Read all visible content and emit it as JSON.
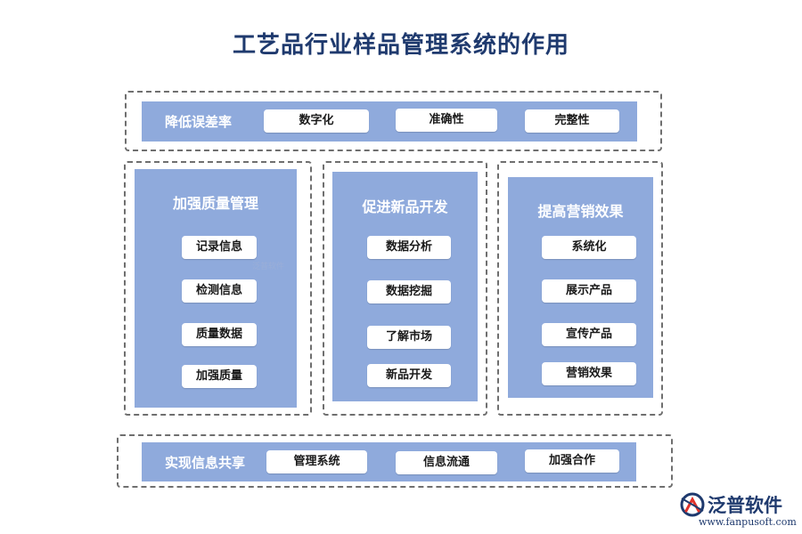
{
  "title": "工艺品行业样品管理系统的作用",
  "top_band": {
    "label": "降低误差率",
    "items": [
      "数字化",
      "准确性",
      "完整性"
    ]
  },
  "panels": [
    {
      "title": "加强质量管理",
      "items": [
        "记录信息",
        "检测信息",
        "质量数据",
        "加强质量"
      ]
    },
    {
      "title": "促进新品开发",
      "items": [
        "数据分析",
        "数据挖掘",
        "了解市场",
        "新品开发"
      ]
    },
    {
      "title": "提高营销效果",
      "items": [
        "系统化",
        "展示产品",
        "宣传产品",
        "营销效果"
      ]
    }
  ],
  "bottom_band": {
    "label": "实现信息共享",
    "items": [
      "管理系统",
      "信息流通",
      "加强合作"
    ]
  },
  "watermark": {
    "small_text": "泛普软件"
  },
  "logo": {
    "name": "泛普软件",
    "url": "www.fanpusoft.com",
    "icon": "fanpu-logo-icon"
  },
  "colors": {
    "panel": "#8faadc",
    "title": "#1f3a6e",
    "dash": "#6f6f6f"
  }
}
